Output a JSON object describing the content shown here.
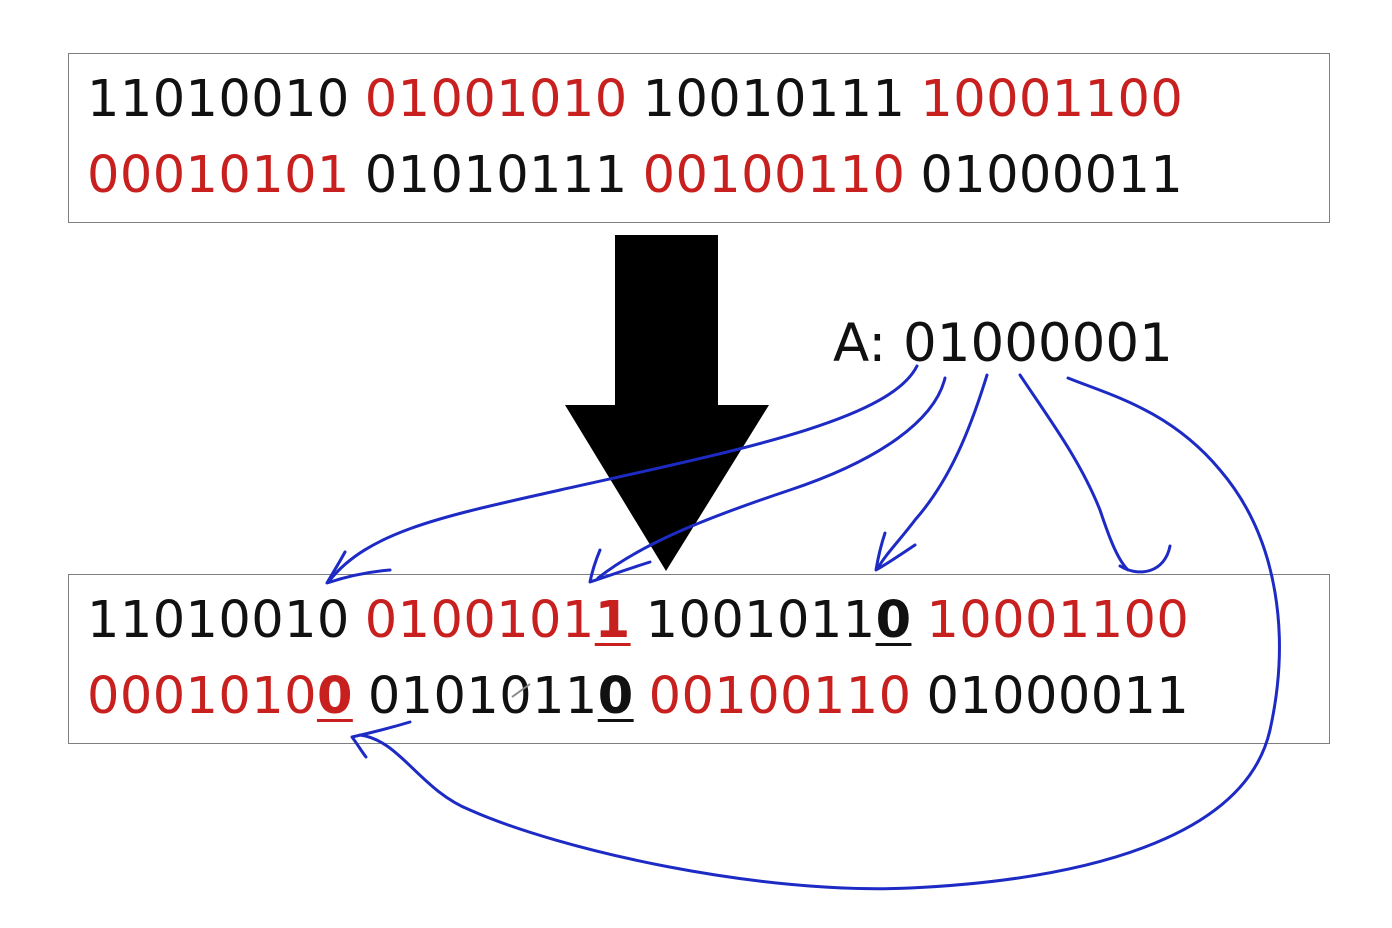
{
  "original_box": {
    "line1": [
      {
        "bits": "11010010",
        "color": "black"
      },
      {
        "bits": "01001010",
        "color": "red"
      },
      {
        "bits": "10010111",
        "color": "black"
      },
      {
        "bits": "10001100",
        "color": "red"
      }
    ],
    "line2": [
      {
        "bits": "00010101",
        "color": "red"
      },
      {
        "bits": "01010111",
        "color": "black"
      },
      {
        "bits": "00100110",
        "color": "red"
      },
      {
        "bits": "01000011",
        "color": "black"
      }
    ]
  },
  "key": {
    "label": "A: 01000001"
  },
  "modified_box": {
    "line1": [
      {
        "prefix": "11010010",
        "mark": "",
        "color": "black"
      },
      {
        "prefix": "0100101",
        "mark": "1",
        "color": "red"
      },
      {
        "prefix": "1001011",
        "mark": "0",
        "color": "black"
      },
      {
        "prefix": "10001100",
        "mark": "",
        "color": "red"
      }
    ],
    "line2": [
      {
        "prefix": "0001010",
        "mark": "0",
        "color": "red"
      },
      {
        "prefix": "0101011",
        "mark": "0",
        "color": "black"
      },
      {
        "prefix": "00100110",
        "mark": "",
        "color": "red"
      },
      {
        "prefix": "01000011",
        "mark": "",
        "color": "black"
      }
    ]
  },
  "colors": {
    "red": "#c8201f",
    "black": "#111111",
    "annotation": "#1d2bc4",
    "box_border": "#7f7f7f"
  },
  "icons": {
    "big_arrow": "down-arrow-icon"
  }
}
